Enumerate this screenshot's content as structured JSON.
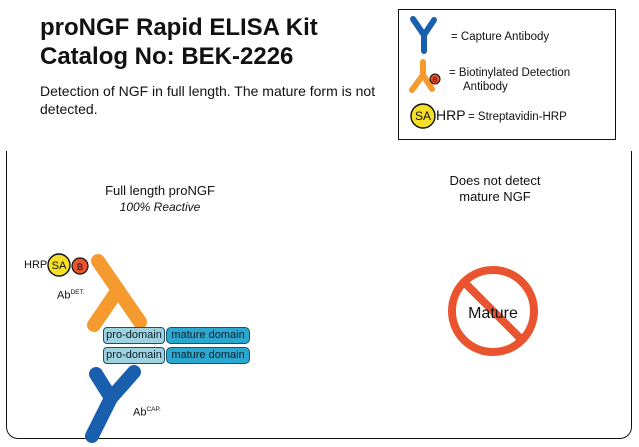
{
  "header": {
    "title_line1": "proNGF Rapid ELISA Kit",
    "title_line2": "Catalog No: BEK-2226",
    "description": "Detection of NGF in full length. The mature form is not detected."
  },
  "legend": {
    "capture": "= Capture Antibody",
    "detection_line1": "=  Biotinylated Detection",
    "detection_line2": "Antibody",
    "sa_badge": "SA",
    "hrp_text": "HRP",
    "streptavidin": "= Streptavidin-HRP",
    "biotin_badge": "B"
  },
  "left_panel": {
    "title": "Full length proNGF",
    "subtitle": "100% Reactive",
    "hrp_label": "HRP",
    "sa_label": "SA",
    "biotin_label": "B",
    "ab_det": "Ab",
    "ab_det_sup": "DET.",
    "ab_cap": "Ab",
    "ab_cap_sup": "CAP.",
    "domains": [
      {
        "pro": "pro-domain",
        "mature": "mature domain"
      },
      {
        "pro": "pro-domain",
        "mature": "mature domain"
      }
    ]
  },
  "right_panel": {
    "title_line1": "Does not detect",
    "title_line2": "mature NGF",
    "mature_label": "Mature"
  },
  "colors": {
    "capture_blue": "#1a5fae",
    "detection_orange": "#f59a2f",
    "sa_yellow": "#f6df28",
    "biotin_red": "#e9542f",
    "no_sign_red": "#e9542f",
    "pro_domain": "#9ed2de",
    "mature_domain": "#2aa8cf"
  }
}
